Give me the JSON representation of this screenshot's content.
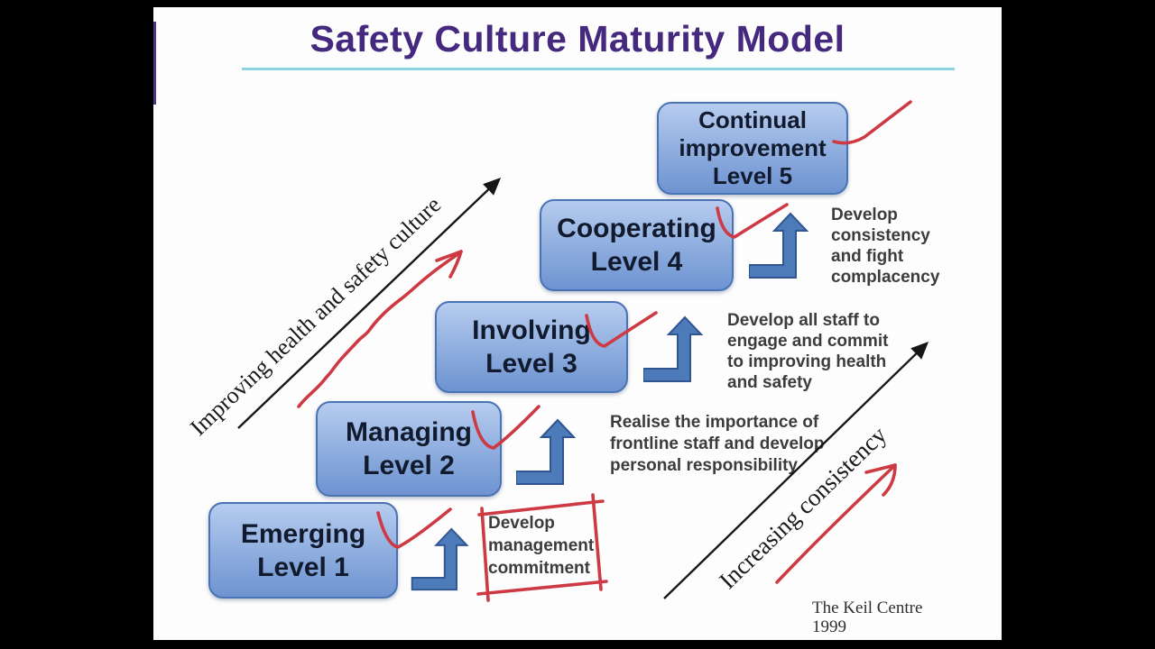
{
  "slide": {
    "title": "Safety Culture Maturity Model",
    "credit": {
      "org": "The Keil Centre",
      "year": "1999"
    }
  },
  "axes": {
    "left_label": "Improving health and safety culture",
    "right_label": "Increasing consistency"
  },
  "levels": [
    {
      "name": "Emerging",
      "level": "Level 1"
    },
    {
      "name": "Managing",
      "level": "Level 2"
    },
    {
      "name": "Involving",
      "level": "Level 3"
    },
    {
      "name": "Cooperating",
      "level": "Level 4"
    },
    {
      "name": "Continual improvement",
      "level": "Level 5"
    }
  ],
  "transitions": [
    {
      "text": "Develop\nmanagement\ncommitment",
      "highlighted_with_red_box": true
    },
    {
      "text": "Realise the importance of\nfrontline staff and develop\npersonal responsibility"
    },
    {
      "text": "Develop all staff to\nengage and commit\nto improving health\nand safety"
    },
    {
      "text": "Develop\nconsistency\nand fight\ncomplacency"
    }
  ],
  "colors": {
    "title": "#45297f",
    "title_underline": "#8ed1e1",
    "box_gradient_top": "#b7ccef",
    "box_gradient_bottom": "#6e93d1",
    "box_border": "#4a73b4",
    "step_arrow_fill": "#4d7bb9",
    "step_arrow_stroke": "#2f5690",
    "annotation_red": "#cd3a44",
    "axis_arrow_black": "#161616",
    "background": "#000000",
    "slide_background": "#fdfdfd"
  }
}
